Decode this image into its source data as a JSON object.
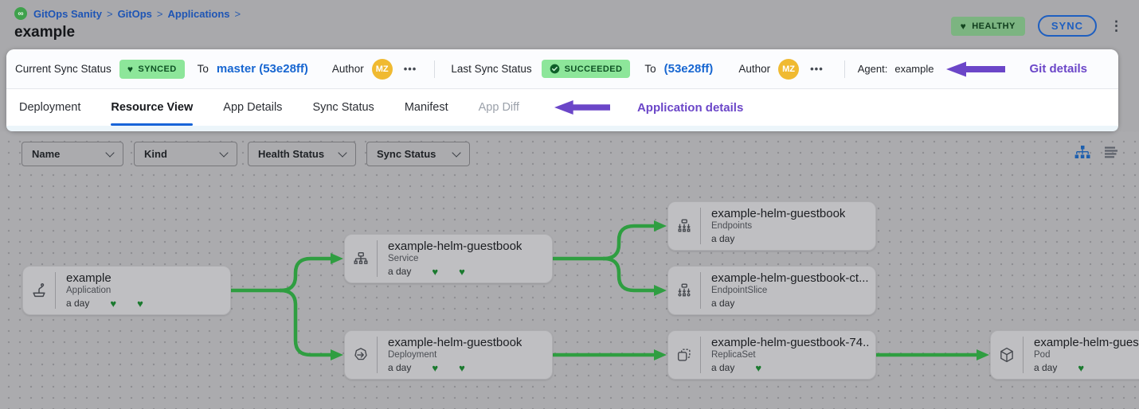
{
  "header": {
    "breadcrumbs": [
      "GitOps Sanity",
      "GitOps",
      "Applications"
    ],
    "breadcrumb_separator": ">",
    "title": "example",
    "health_badge_label": "HEALTHY",
    "sync_button_label": "SYNC"
  },
  "status_bar": {
    "current_sync": {
      "label": "Current Sync Status",
      "badge": "SYNCED",
      "to_label": "To",
      "revision": "master (53e28ff)",
      "author_label": "Author",
      "avatar_initials": "MZ"
    },
    "last_sync": {
      "label": "Last Sync Status",
      "badge": "SUCCEEDED",
      "to_label": "To",
      "revision": "(53e28ff)",
      "author_label": "Author",
      "avatar_initials": "MZ"
    },
    "agent": {
      "label": "Agent:",
      "value": "example"
    },
    "annotation": "Git details"
  },
  "tabs": {
    "items": [
      {
        "label": "Deployment",
        "state": "normal"
      },
      {
        "label": "Resource View",
        "state": "active"
      },
      {
        "label": "App Details",
        "state": "normal"
      },
      {
        "label": "Sync Status",
        "state": "normal"
      },
      {
        "label": "Manifest",
        "state": "normal"
      },
      {
        "label": "App Diff",
        "state": "disabled"
      }
    ],
    "annotation": "Application details"
  },
  "filters": {
    "dropdowns": [
      {
        "label": "Name"
      },
      {
        "label": "Kind"
      },
      {
        "label": "Health Status"
      },
      {
        "label": "Sync Status"
      }
    ]
  },
  "tree": {
    "nodes": [
      {
        "title": "example",
        "kind": "Application",
        "age": "a day",
        "hearts": 2
      },
      {
        "title": "example-helm-guestbook",
        "kind": "Service",
        "age": "a day",
        "hearts": 2
      },
      {
        "title": "example-helm-guestbook",
        "kind": "Deployment",
        "age": "a day",
        "hearts": 2
      },
      {
        "title": "example-helm-guestbook",
        "kind": "Endpoints",
        "age": "a day",
        "hearts": 0
      },
      {
        "title": "example-helm-guestbook-ct...",
        "kind": "EndpointSlice",
        "age": "a day",
        "hearts": 0
      },
      {
        "title": "example-helm-guestbook-74...",
        "kind": "ReplicaSet",
        "age": "a day",
        "hearts": 1
      },
      {
        "title": "example-helm-guest",
        "kind": "Pod",
        "age": "a day",
        "hearts": 1
      }
    ]
  },
  "icons": {
    "heart": "♥",
    "kebab_vertical": "⋮",
    "kebab_horizontal": "•••",
    "infinity": "∞"
  },
  "colors": {
    "accent_purple": "#6b46c8",
    "link_blue": "#1e55b5",
    "revision_blue": "#1766d1",
    "badge_green_bg": "#8de69a",
    "badge_green_text": "#0d5123",
    "edge_green": "#2f9e41",
    "tab_active_blue": "#1864d8",
    "avatar_yellow": "#f0ba31",
    "heart_green": "#1b7a2f"
  }
}
